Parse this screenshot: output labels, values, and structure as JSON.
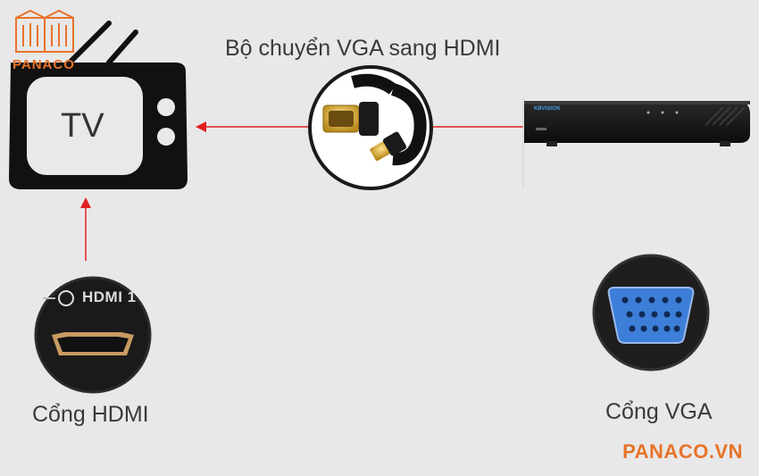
{
  "logo": {
    "text": "PANACO"
  },
  "brand_url": "PANACO.VN",
  "tv": {
    "label": "TV"
  },
  "adapter": {
    "title": "Bộ chuyển VGA sang HDMI"
  },
  "hdmi_port": {
    "caption": "Cổng HDMI",
    "marking": "HDMI 1"
  },
  "vga_port": {
    "caption": "Cổng VGA"
  },
  "dvr": {
    "brand": "KBVISION"
  },
  "colors": {
    "background": "#e8e8e8",
    "arrow": "#e02020",
    "brand": "#e8732a",
    "vga_blue": "#3d7ed8",
    "device_black": "#1a1a1a"
  },
  "icons": [
    "book-logo-icon",
    "tv-icon",
    "vga-hdmi-cable-icon",
    "hdmi-port-icon",
    "vga-port-icon",
    "dvr-device-icon"
  ]
}
